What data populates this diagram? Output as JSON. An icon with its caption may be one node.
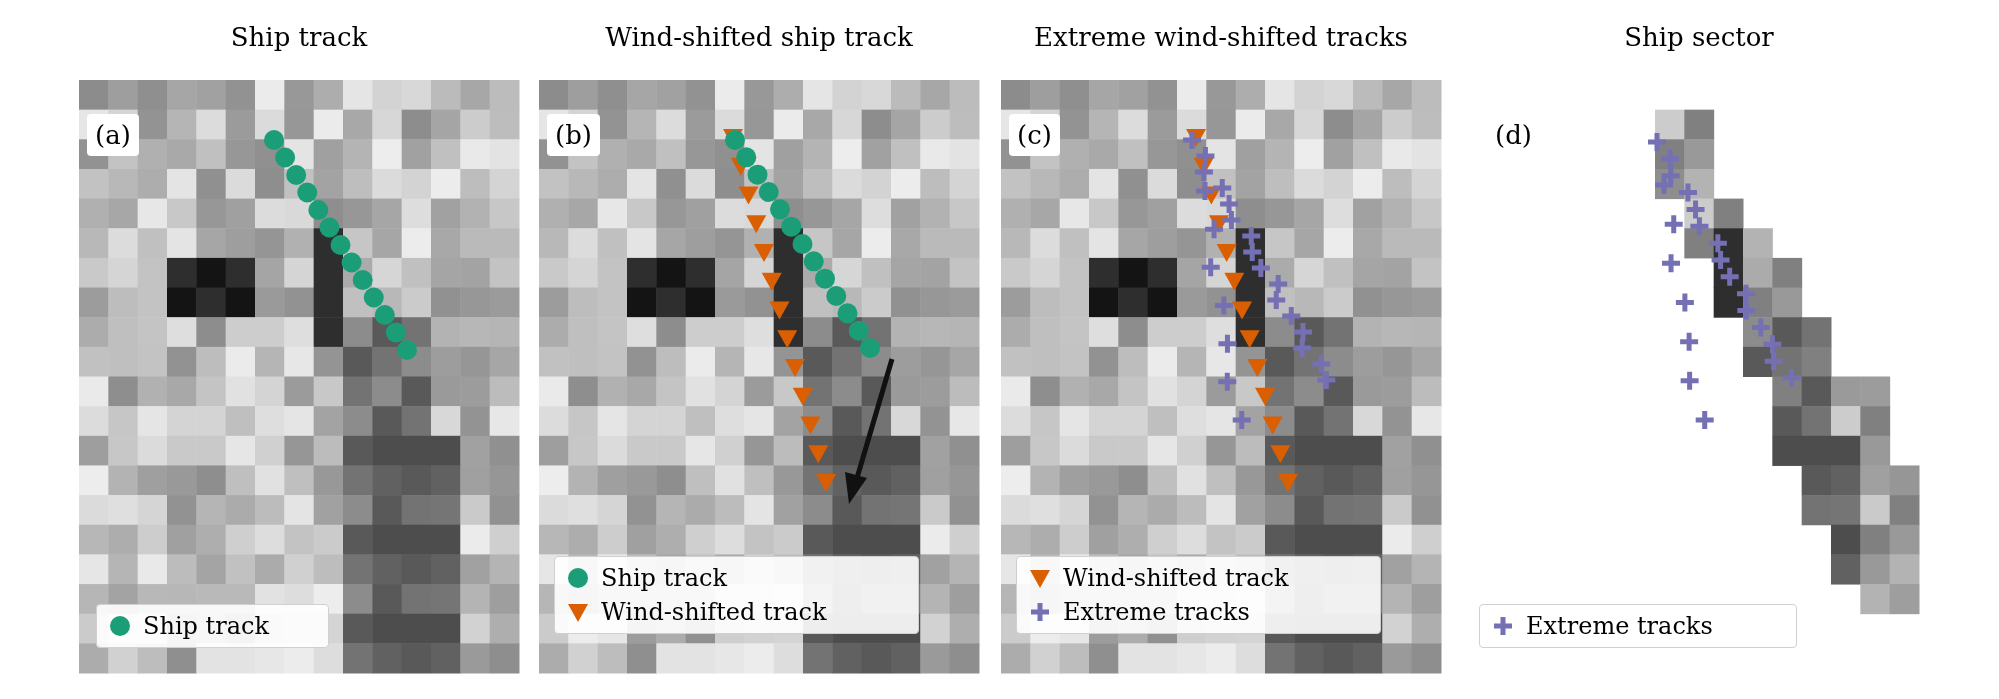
{
  "diagram": {
    "labels": [
      "Ship track",
      "(a)",
      "Wind-shifted ship track",
      "(b)",
      "Extreme wind-shifted tracks",
      "(c)",
      "Ship sector",
      "(d)"
    ],
    "legend": [
      {
        "text": "Ship track",
        "color": "#1b9e77"
      },
      {
        "text": "Ship track",
        "color": "#1b9e77"
      },
      {
        "text": "Wind-shifted track",
        "color": "#d95f02"
      },
      {
        "text": "Wind-shifted track",
        "color": "#d95f02"
      },
      {
        "text": "Extreme tracks",
        "color": "#7570b3"
      },
      {
        "text": "Extreme tracks",
        "color": "#7570b3"
      }
    ]
  }
}
